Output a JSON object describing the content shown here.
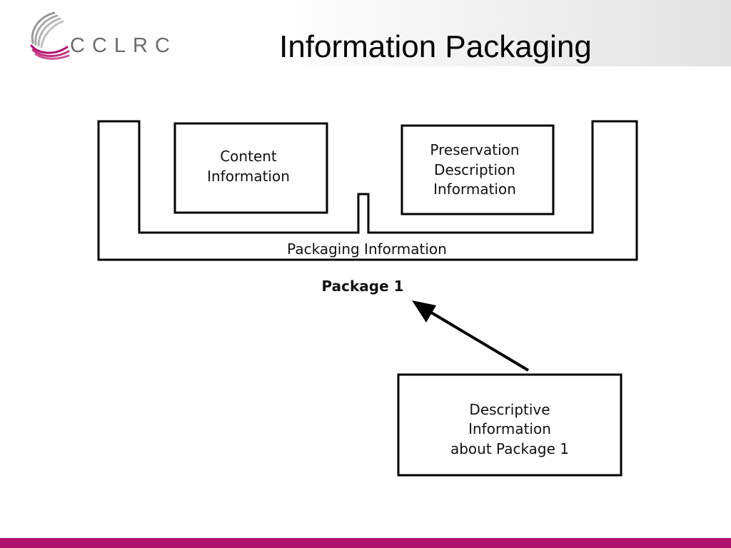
{
  "header": {
    "logo_text": "CCLRC",
    "title": "Information Packaging"
  },
  "diagram": {
    "content_box": [
      "Content",
      "Information"
    ],
    "preservation_box": [
      "Preservation",
      "Description",
      "Information"
    ],
    "packaging_label": "Packaging Information",
    "package_label": "Package 1",
    "descriptive_box": [
      "Descriptive",
      "Information",
      "about Package 1"
    ]
  },
  "colors": {
    "accent_footer": "#b0116e",
    "logo_grey": "#6b6b6b",
    "logo_magenta": "#b0116e"
  }
}
